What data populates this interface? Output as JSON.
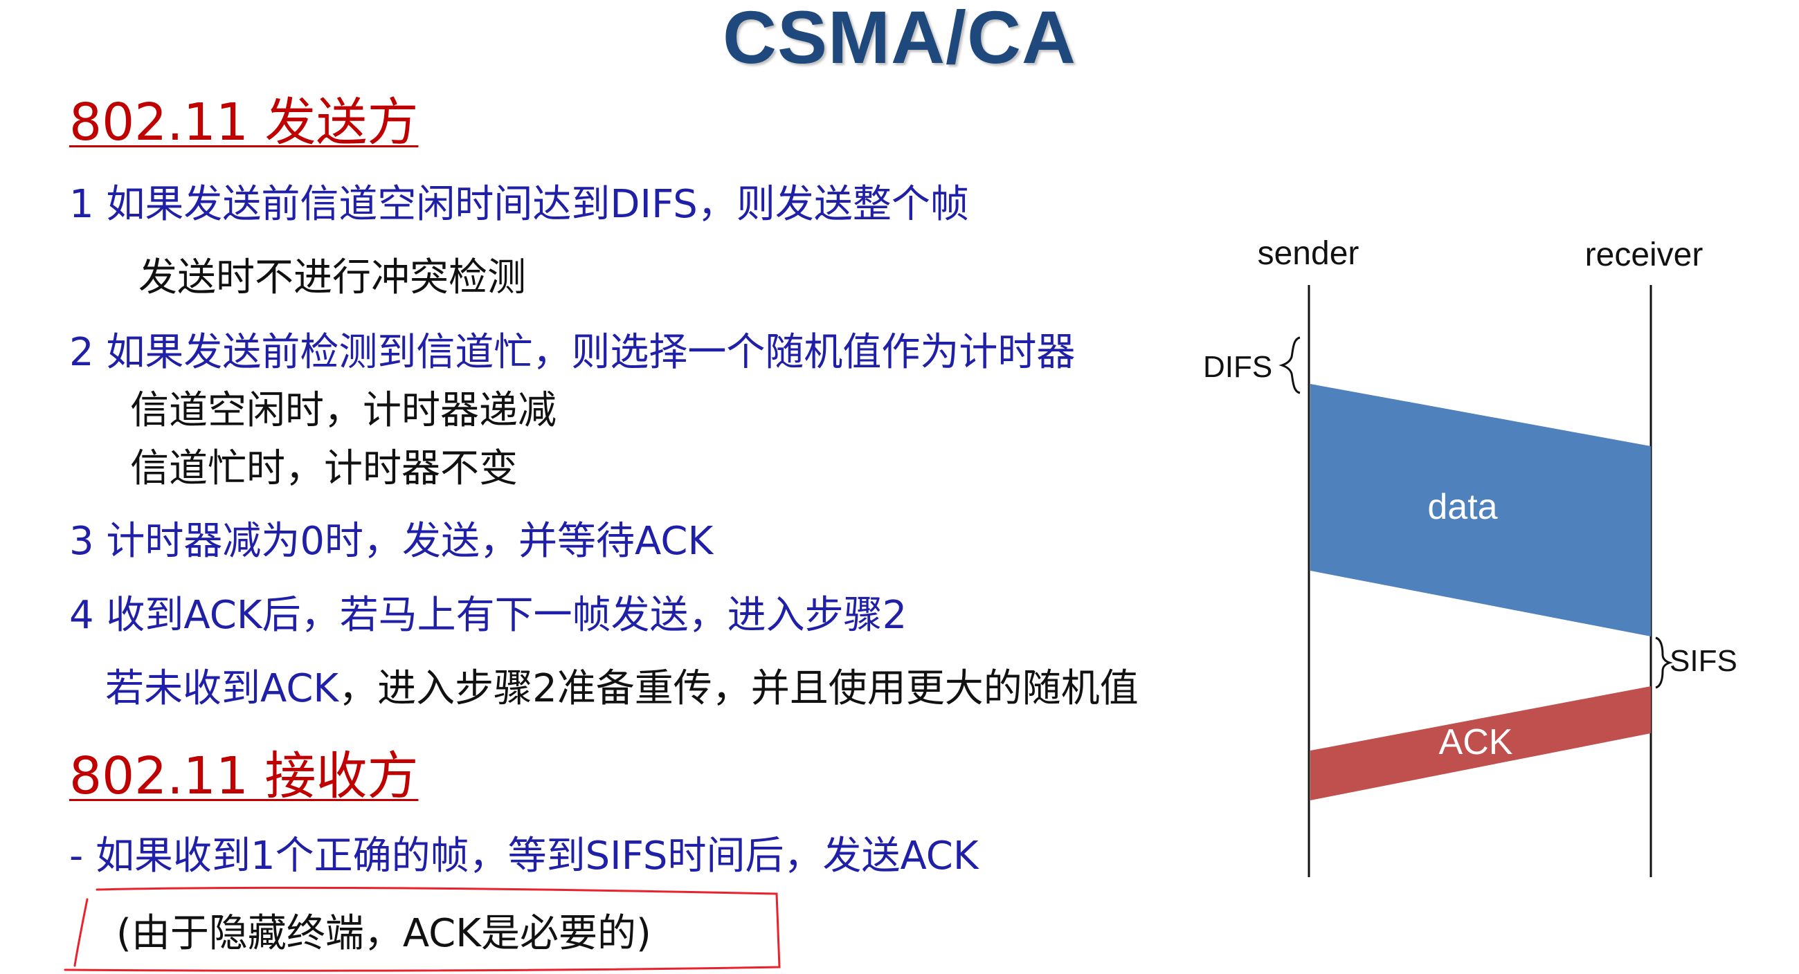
{
  "title": "CSMA/CA",
  "sender_section": {
    "heading": "802.11 发送方",
    "lines": [
      {
        "text": "1 如果发送前信道空闲时间达到DIFS，则发送整个帧"
      },
      {
        "text": "发送时不进行冲突检测"
      },
      {
        "text": "2 如果发送前检测到信道忙，则选择一个随机值作为计时器"
      },
      {
        "text": "信道空闲时，计时器递减"
      },
      {
        "text": "信道忙时，计时器不变"
      },
      {
        "text": "3 计时器减为0时，发送，并等待ACK"
      },
      {
        "text": "4 收到ACK后，若马上有下一帧发送，进入步骤2"
      },
      {
        "text_blue": "若未收到ACK",
        "text_black": "，进入步骤2准备重传，并且使用更大的随机值"
      }
    ]
  },
  "receiver_section": {
    "heading": "802.11 接收方",
    "line_blue": "- 如果收到1个正确的帧，等到SIFS时间后，发送ACK",
    "note": "(由于隐藏终端，ACK是必要的)"
  },
  "diagram": {
    "sender_label": "sender",
    "receiver_label": "receiver",
    "difs_label": "DIFS",
    "sifs_label": "SIFS",
    "data_label": "data",
    "ack_label": "ACK",
    "data_color": "#4f81bd",
    "ack_color": "#c0504d",
    "annotation_color": "#e8232e"
  }
}
